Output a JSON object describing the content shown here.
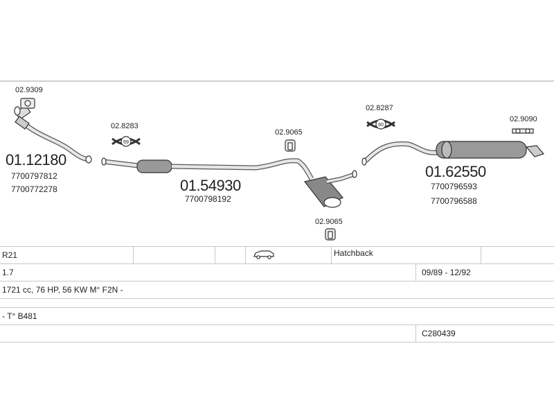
{
  "parts": {
    "front_pipe": {
      "number": "01.12180",
      "oem": [
        "7700797812",
        "7700772278"
      ]
    },
    "middle_silencer": {
      "number": "01.54930",
      "oem": [
        "7700798192"
      ]
    },
    "rear_silencer": {
      "number": "01.62550",
      "oem": [
        "7700796593",
        "7700796588"
      ]
    }
  },
  "accessories": {
    "gasket_front": "02.9309",
    "clamp_front": "02.8283",
    "hanger_mid_top": "02.9065",
    "hanger_mid_bottom": "02.9065",
    "clamp_rear": "02.8287",
    "hanger_rear": "02.9090"
  },
  "clamp_badges": {
    "front": "69",
    "rear": "60"
  },
  "vehicle": {
    "model": "R21",
    "body_icon": "car-icon",
    "body_type": "Hatchback",
    "engine_size": "1.7",
    "years": "09/89 - 12/92",
    "engine_spec": "1721 cc, 76 HP, 56 KW M° F2N -",
    "transmission": "- T° B481",
    "catalog_code": "C280439"
  }
}
